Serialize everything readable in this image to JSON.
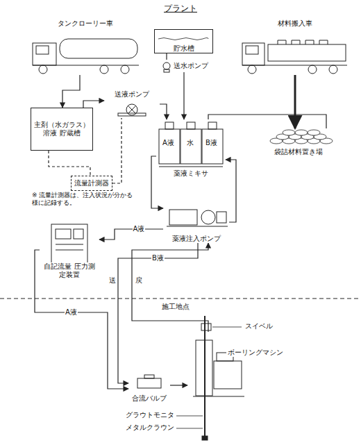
{
  "diagram": {
    "title": "プラント",
    "nodes": [
      {
        "text": [
          "タンクローリー車"
        ]
      },
      {
        "text": [
          "貯水槽"
        ]
      },
      {
        "text": [
          "材料搬入車"
        ]
      },
      {
        "text": [
          "送水ポンプ"
        ]
      },
      {
        "text": [
          "主剤（水ガラス）溶液 貯蔵槽"
        ]
      },
      {
        "text": [
          "送液ポンプ"
        ]
      },
      {
        "text": [
          "袋詰材料置き場"
        ]
      },
      {
        "text": [
          "薬液ミキサ"
        ]
      },
      {
        "text": [
          "流量計測器"
        ]
      },
      {
        "text": [
          "薬液注入ポンプ"
        ]
      },
      {
        "text": [
          "自記流量 圧力測定装置"
        ]
      },
      {
        "text": [
          "ボーリングマシン"
        ]
      },
      {
        "text": [
          "合流バルブ"
        ]
      }
    ],
    "edges": [
      {
        "from": 0,
        "to": 4,
        "arrow": "to"
      },
      {
        "from": 1,
        "to": 3,
        "arrow": "none"
      },
      {
        "from": 3,
        "to": 7,
        "arrow": "to"
      },
      {
        "from": 4,
        "to": 5,
        "arrow": "to"
      },
      {
        "from": 5,
        "to": 7,
        "arrow": "to"
      },
      {
        "from": 2,
        "to": 6,
        "arrow": "to"
      },
      {
        "from": 6,
        "to": 7,
        "arrow": "none"
      },
      {
        "from": 4,
        "to": 8,
        "arrow": "none"
      },
      {
        "from": 8,
        "to": 5,
        "arrow": "none"
      },
      {
        "from": 7,
        "to": 9,
        "arrow": "to"
      },
      {
        "from": 9,
        "to": 7,
        "arrow": "to"
      },
      {
        "from": 9,
        "to": 10,
        "label": "A液",
        "arrow": "to"
      },
      {
        "from": 9,
        "to": 12,
        "label": "B液",
        "arrow": "to"
      },
      {
        "from": 10,
        "to": 12,
        "label": "A液",
        "arrow": "to"
      },
      {
        "from": 12,
        "to": 11,
        "arrow": "to"
      },
      {
        "from": 11,
        "to": 9,
        "arrow": "to"
      }
    ],
    "labels": [
      "A液",
      "水",
      "B液",
      "※ 流量計測器は、注入状況が分かる様に記録する。",
      "施工地点",
      "送",
      "戻",
      "スイベル",
      "グラウトモニタ",
      "メタルクラウン"
    ]
  }
}
